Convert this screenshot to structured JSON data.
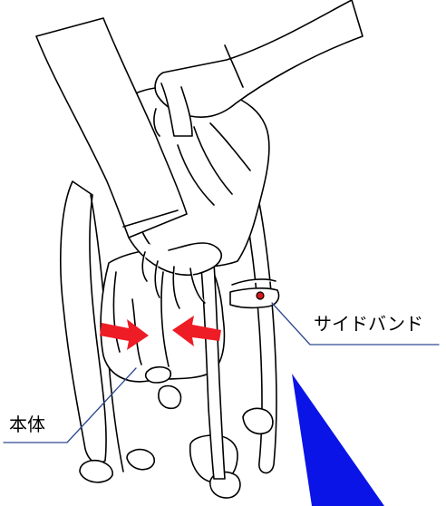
{
  "callouts": {
    "side_band": "サイドバンド",
    "body": "本体"
  },
  "colors": {
    "outline": "#000000",
    "fill": "#ffffff",
    "arrow": "#ee1c25",
    "leader_line": "#2e4a8f",
    "marker": "#d7191c",
    "pointer": "#0a14e6"
  },
  "icons": {
    "press_arrows": "red-inward-arrows"
  }
}
